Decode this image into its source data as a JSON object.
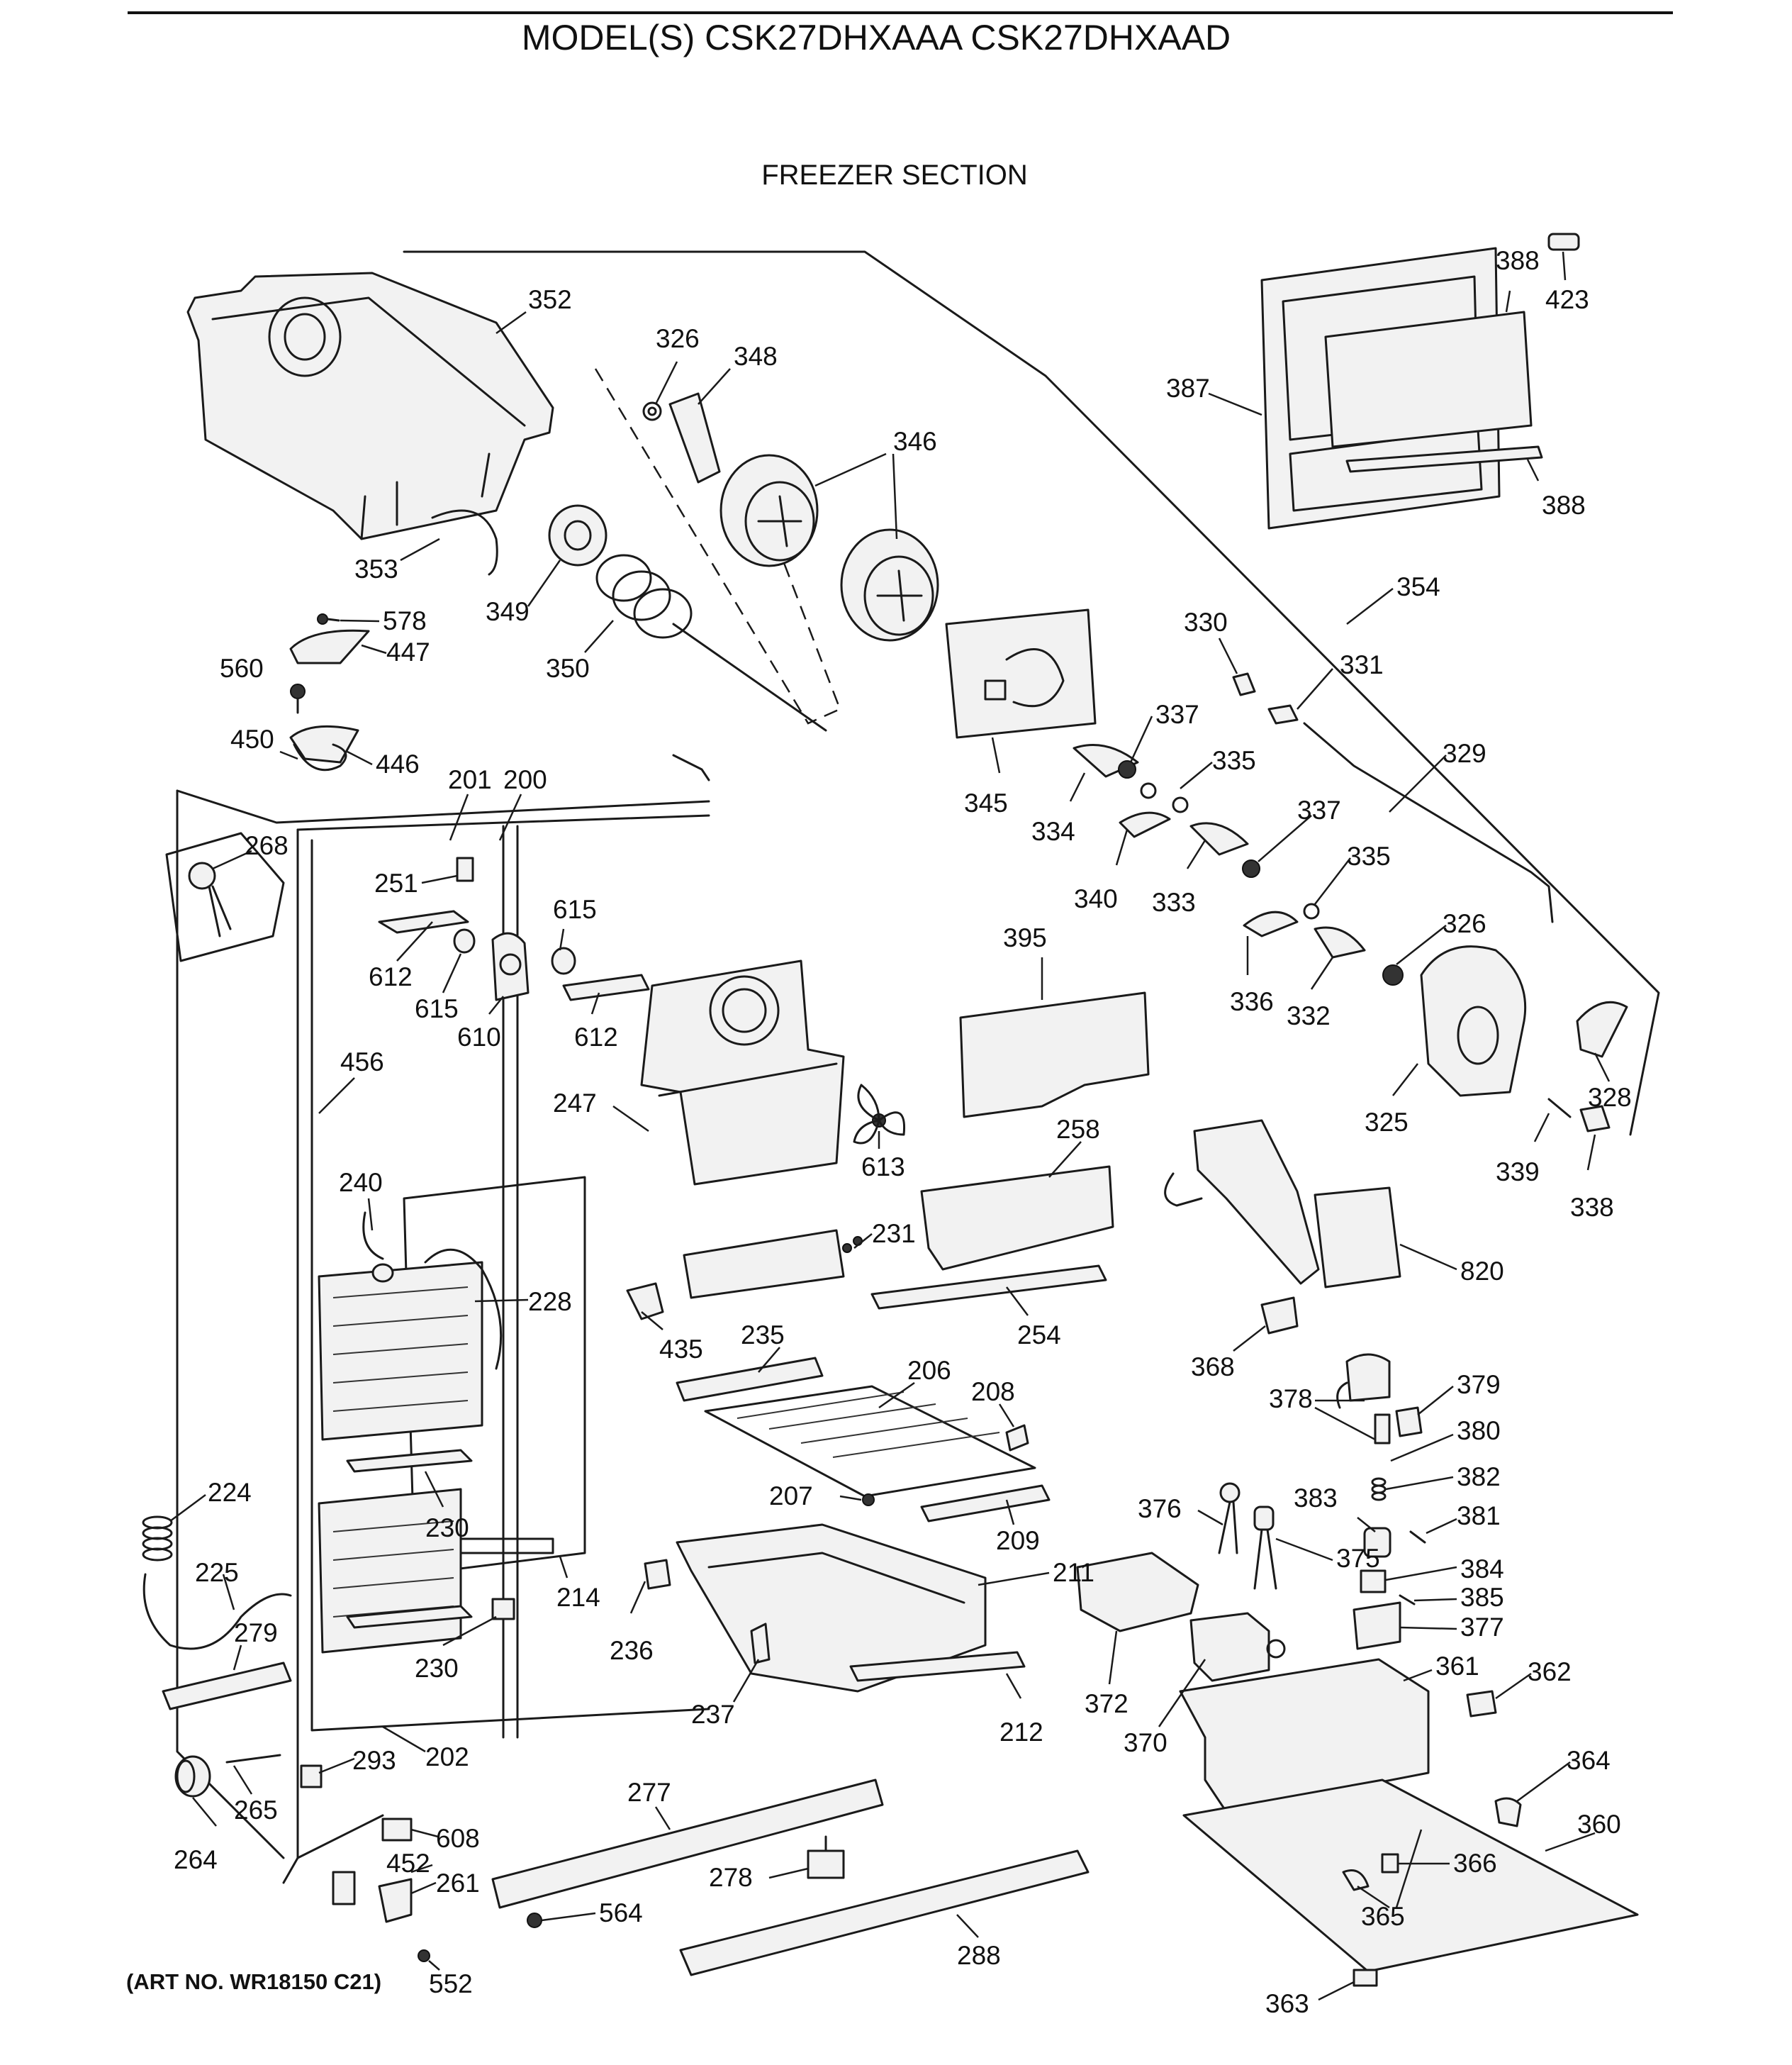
{
  "title": "MODEL(S) CSK27DHXAAA  CSK27DHXAAD",
  "section": "FREEZER SECTION",
  "art_number": "(ART NO. WR18150 C21)",
  "callouts": [
    "352",
    "326",
    "348",
    "346",
    "353",
    "349",
    "350",
    "578",
    "447",
    "560",
    "450",
    "446",
    "201",
    "200",
    "268",
    "251",
    "612",
    "615",
    "610",
    "615",
    "612",
    "456",
    "247",
    "613",
    "240",
    "228",
    "230",
    "230",
    "214",
    "224",
    "225",
    "279",
    "202",
    "293",
    "265",
    "264",
    "608",
    "452",
    "261",
    "552",
    "235",
    "206",
    "208",
    "207",
    "209",
    "211",
    "237",
    "236",
    "212",
    "435",
    "231",
    "277",
    "278",
    "564",
    "288",
    "388",
    "423",
    "387",
    "388",
    "354",
    "330",
    "331",
    "329",
    "345",
    "337",
    "334",
    "335",
    "340",
    "333",
    "337",
    "335",
    "336",
    "332",
    "326",
    "325",
    "328",
    "339",
    "338",
    "395",
    "258",
    "254",
    "820",
    "368",
    "378",
    "379",
    "380",
    "382",
    "381",
    "376",
    "375",
    "383",
    "384",
    "385",
    "377",
    "372",
    "370",
    "361",
    "362",
    "364",
    "360",
    "366",
    "365",
    "363"
  ]
}
